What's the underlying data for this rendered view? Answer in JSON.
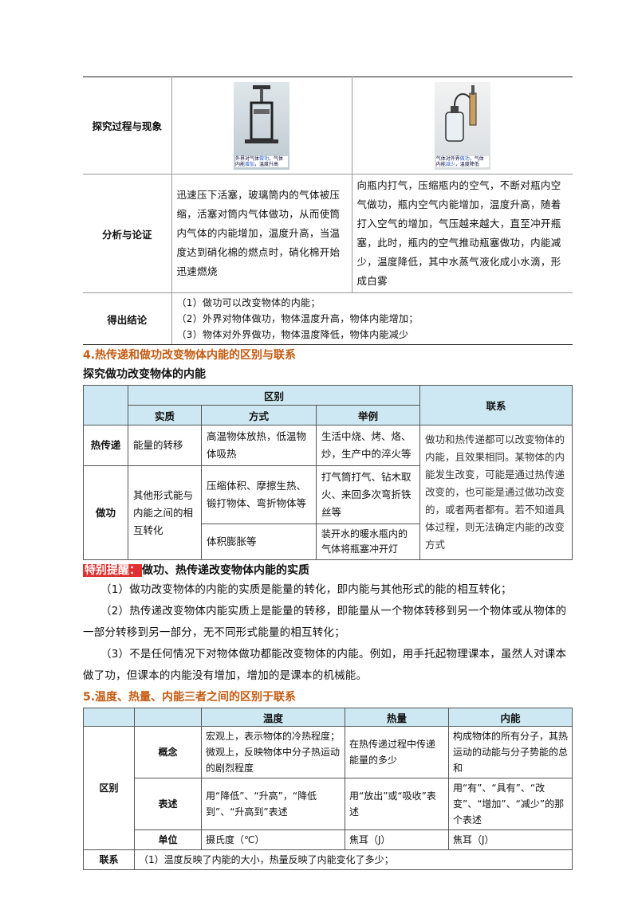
{
  "table1": {
    "row1_label": "探究过程与现象",
    "img1_caption_a": "外界对气体",
    "img1_caption_hl": "做功",
    "img1_caption_b": "，气体内能",
    "img1_caption_hl2": "增加",
    "img1_caption_c": "，温度升高",
    "img2_caption_a": "气体对外界",
    "img2_caption_hl": "做功",
    "img2_caption_b": "，气体内能",
    "img2_caption_hl2": "减少",
    "img2_caption_c": "，温度降低",
    "row2_label": "分析与论证",
    "row2_left": "迅速压下活塞，玻璃筒内的气体被压缩，活塞对筒内气体做功，从而使筒内气体的内能增加，温度升高，当温度达到硝化棉的燃点时，硝化棉开始迅速燃烧",
    "row2_right": "向瓶内打气，压缩瓶内的空气，不断对瓶内空气做功，瓶内空气内能增加，温度升高，随着打入空气的增加，气压越来越大，直至冲开瓶塞，此时，瓶内的空气推动瓶塞做功，内能减少，温度降低，其中水蒸气液化成小水滴，形成白雾",
    "row3_label": "得出结论",
    "row3_lines": [
      "（1）做功可以改变物体的内能；",
      "（2）外界对物体做功，物体温度升高，物体内能增加；",
      "（3）物体对外界做功，物体温度降低，物体内能减少"
    ]
  },
  "section4": {
    "heading": "4.热传递和做功改变物体内能的区别与联系",
    "subheading": "探究做功改变物体的内能"
  },
  "table2": {
    "h_qubie": "区别",
    "h_lianxi": "联系",
    "h_shizhi": "实质",
    "h_fangshi": "方式",
    "h_juli": "举例",
    "r1_label": "热传递",
    "r1_shizhi": "能量的转移",
    "r1_fangshi": "高温物体放热，低温物体吸热",
    "r1_juli": "生活中烧、烤、烙、炒，生产中的淬火等",
    "r2_label": "做功",
    "r2_shizhi": "其他形式能与内能之间的相互转化",
    "r2_fangshi_a": "压缩体积、摩擦生热、锻打物体、弯折物体等",
    "r2_juli_a": "打气筒打气、钻木取火、来回多次弯折铁丝等",
    "r2_fangshi_b": "体积膨胀等",
    "r2_juli_b": "装开水的暖水瓶内的气体将瓶塞冲开灯",
    "lianxi": "做功和热传递都可以改变物体的内能，且效果相同。某物体的内能发生改变，可能是通过热传递改变的，也可能是通过做功改变的，或者两者都有。若不知道具体过程，则无法确定内能的改变方式"
  },
  "tip": {
    "label": "特别提醒：",
    "title": "做功、热传递改变物体内能的实质",
    "p1": "（1）做功改变物体的内能的实质是能量的转化，即内能与其他形式的能的相互转化；",
    "p2": "（2）热传递改变物体内能实质上是能量的转移，即能量从一个物体转移到另一个物体或从物体的一部分转移到另一部分，无不同形式能量的相互转化；",
    "p3": "（3）不是任何情况下对物体做功都能改变物体的内能。例如，用手托起物理课本，虽然人对课本做了功，但课本的内能没有增加，增加的是课本的机械能。"
  },
  "section5": {
    "heading": "5.温度、热量、内能三者之间的区别于联系"
  },
  "table3": {
    "h_wendu": "温度",
    "h_reliang": "热量",
    "h_neineng": "内能",
    "qubie": "区别",
    "gainian": "概念",
    "gainian_wendu": "宏观上，表示物体的冷热程度；微观上，反映物体中分子热运动的剧烈程度",
    "gainian_reliang": "在热传递过程中传递能量的多少",
    "gainian_neineng": "构成物体的所有分子，其热运动的动能与分子势能的总和",
    "biaoshu": "表述",
    "biaoshu_wendu": "用“降低”、“升高”，“降低到”、“升高到”表述",
    "biaoshu_reliang": "用“放出”或“吸收”表述",
    "biaoshu_neineng": "用“有”、“具有”、“改变”、“增加”、“减少”的那个表述",
    "danwei": "单位",
    "danwei_wendu": "摄氏度（℃）",
    "danwei_reliang": "焦耳（J）",
    "danwei_neineng": "焦耳（J）",
    "lianxi": "联系",
    "lianxi_text": "（1）温度反映了内能的大小，热量反映了内能变化了多少；"
  }
}
